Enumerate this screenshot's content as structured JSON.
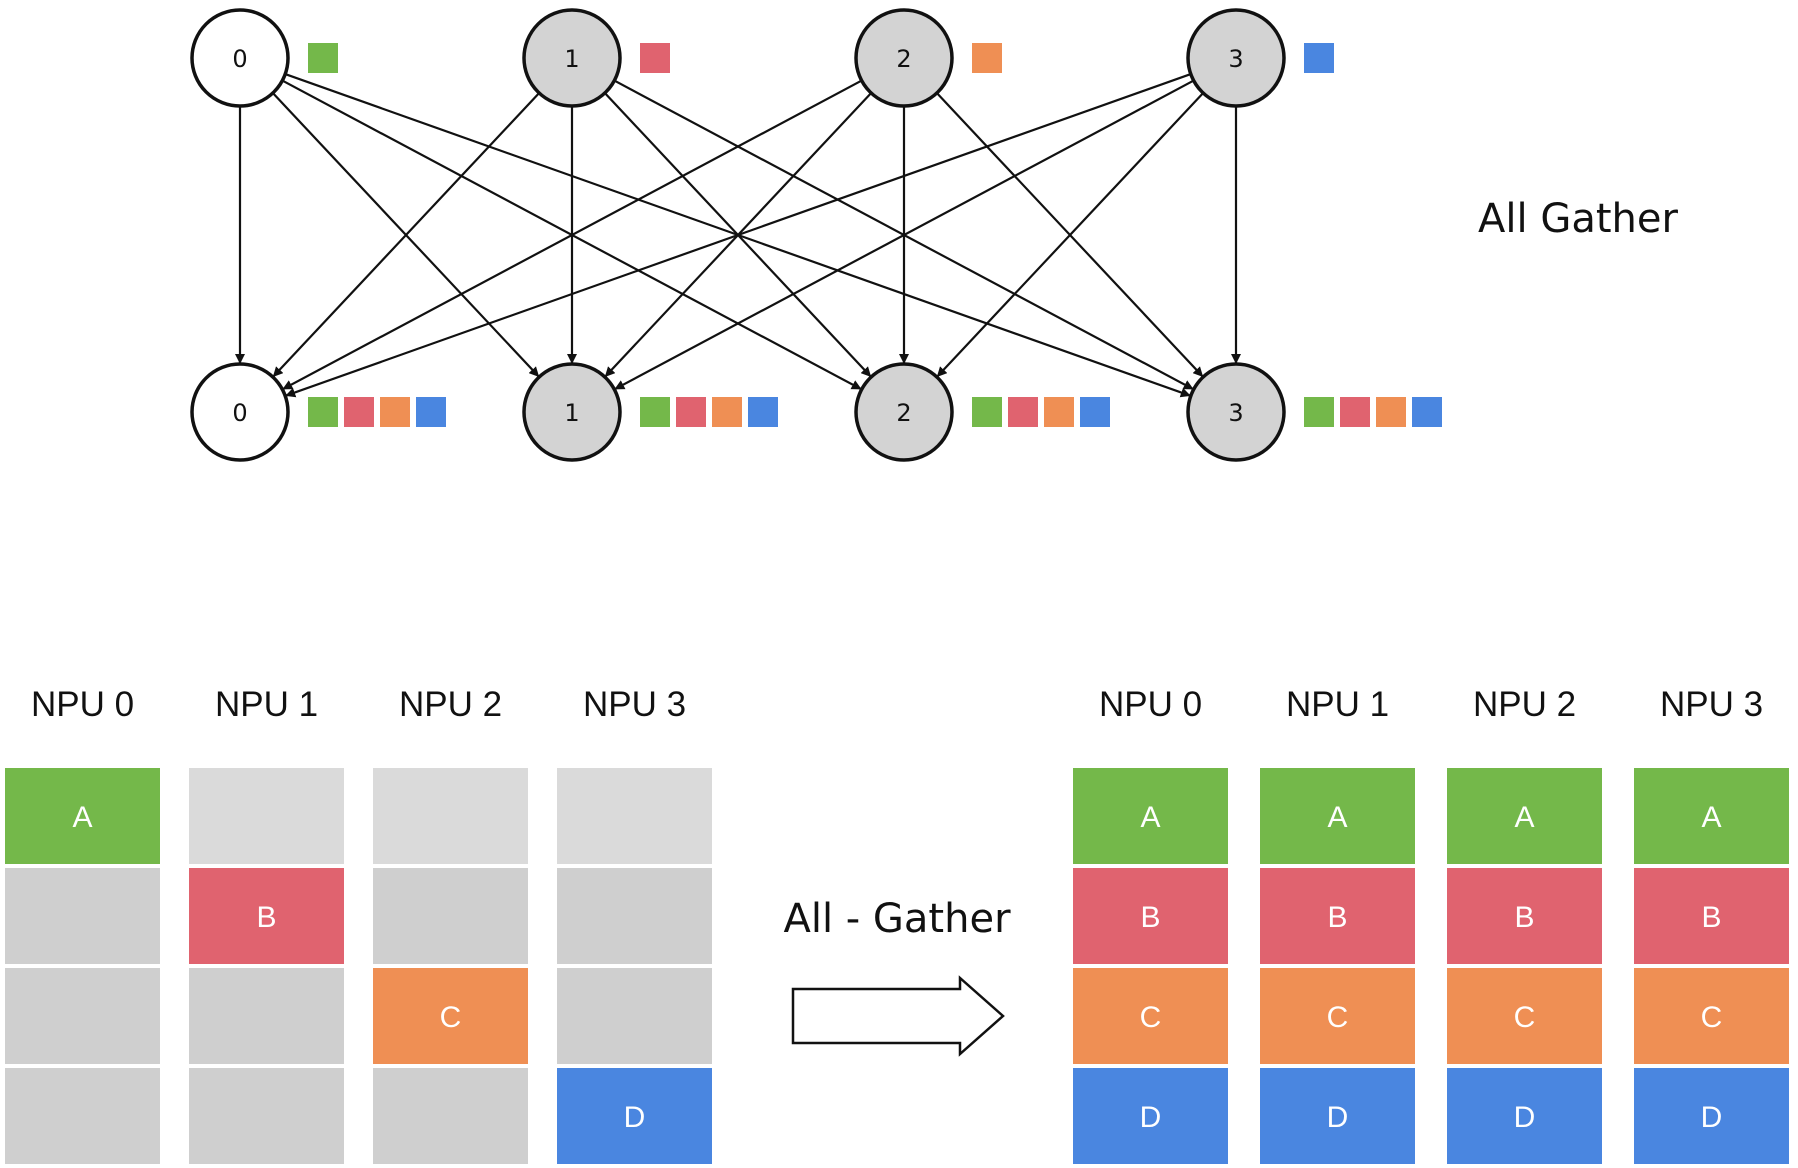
{
  "colors": {
    "a": "#74b84a",
    "b": "#e0636f",
    "c": "#ef8f54",
    "d": "#4a86e0",
    "empty": "#cfcfcf",
    "empty_light": "#dadada",
    "node_white": "#ffffff",
    "node_gray": "#d3d3d3"
  },
  "graph": {
    "title": "All Gather",
    "top_nodes": [
      {
        "label": "0",
        "fill": "white",
        "blocks": [
          "a"
        ]
      },
      {
        "label": "1",
        "fill": "gray",
        "blocks": [
          "b"
        ]
      },
      {
        "label": "2",
        "fill": "gray",
        "blocks": [
          "c"
        ]
      },
      {
        "label": "3",
        "fill": "gray",
        "blocks": [
          "d"
        ]
      }
    ],
    "bottom_nodes": [
      {
        "label": "0",
        "fill": "white",
        "blocks": [
          "a",
          "b",
          "c",
          "d"
        ]
      },
      {
        "label": "1",
        "fill": "gray",
        "blocks": [
          "a",
          "b",
          "c",
          "d"
        ]
      },
      {
        "label": "2",
        "fill": "gray",
        "blocks": [
          "a",
          "b",
          "c",
          "d"
        ]
      },
      {
        "label": "3",
        "fill": "gray",
        "blocks": [
          "a",
          "b",
          "c",
          "d"
        ]
      }
    ]
  },
  "memory": {
    "operation_label": "All - Gather",
    "before": [
      {
        "label": "NPU 0",
        "cells": [
          {
            "color": "a",
            "text": "A"
          },
          {
            "color": "empty",
            "text": ""
          },
          {
            "color": "empty",
            "text": ""
          },
          {
            "color": "empty",
            "text": ""
          }
        ]
      },
      {
        "label": "NPU 1",
        "cells": [
          {
            "color": "empty_light",
            "text": ""
          },
          {
            "color": "b",
            "text": "B"
          },
          {
            "color": "empty",
            "text": ""
          },
          {
            "color": "empty",
            "text": ""
          }
        ]
      },
      {
        "label": "NPU 2",
        "cells": [
          {
            "color": "empty_light",
            "text": ""
          },
          {
            "color": "empty",
            "text": ""
          },
          {
            "color": "c",
            "text": "C"
          },
          {
            "color": "empty",
            "text": ""
          }
        ]
      },
      {
        "label": "NPU 3",
        "cells": [
          {
            "color": "empty_light",
            "text": ""
          },
          {
            "color": "empty",
            "text": ""
          },
          {
            "color": "empty",
            "text": ""
          },
          {
            "color": "d",
            "text": "D"
          }
        ]
      }
    ],
    "after": [
      {
        "label": "NPU 0",
        "cells": [
          {
            "color": "a",
            "text": "A"
          },
          {
            "color": "b",
            "text": "B"
          },
          {
            "color": "c",
            "text": "C"
          },
          {
            "color": "d",
            "text": "D"
          }
        ]
      },
      {
        "label": "NPU 1",
        "cells": [
          {
            "color": "a",
            "text": "A"
          },
          {
            "color": "b",
            "text": "B"
          },
          {
            "color": "c",
            "text": "C"
          },
          {
            "color": "d",
            "text": "D"
          }
        ]
      },
      {
        "label": "NPU 2",
        "cells": [
          {
            "color": "a",
            "text": "A"
          },
          {
            "color": "b",
            "text": "B"
          },
          {
            "color": "c",
            "text": "C"
          },
          {
            "color": "d",
            "text": "D"
          }
        ]
      },
      {
        "label": "NPU 3",
        "cells": [
          {
            "color": "a",
            "text": "A"
          },
          {
            "color": "b",
            "text": "B"
          },
          {
            "color": "c",
            "text": "C"
          },
          {
            "color": "d",
            "text": "D"
          }
        ]
      }
    ]
  }
}
